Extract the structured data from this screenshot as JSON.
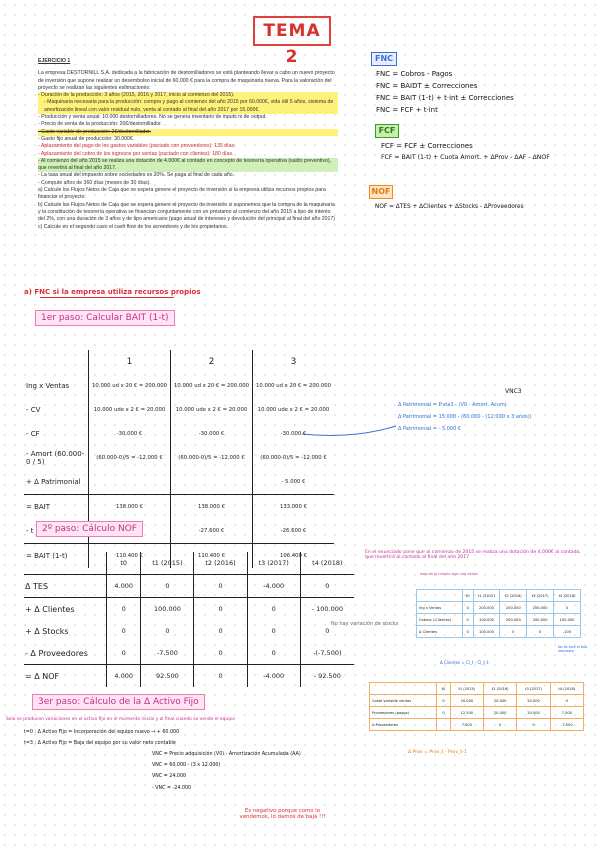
{
  "title": "TEMA 2",
  "exercise": {
    "heading": "EJERCICIO 1",
    "intro": "La empresa DESTORNILL S.A. dedicada a la fabricación de destornilladores se está planteando llevar a cabo un nuevo proyecto de inversión que supone realizar un desembolso inicial de 60.000 € para la compra de maquinaria nueva. Para la valoración del proyecto se realizan las siguientes estimaciones:",
    "b1": "- Duración de la producción: 3 años (2015, 2016 y 2017, inicio al comienzo del 2015).",
    "b2": "- Maquinaria necesaria para la producción: compra y pago al comienzo del año 2015 por 60.000€, vida útil 5 años, sistema de amortización lineal con valor residual nulo, venta al contado al final del año 2017 por 15.000€.",
    "b3": "- Producción y venta anual: 10.000 destornilladores. No se genera inventario de inputs ni de output.",
    "b4": "- Precio de venta de la producción: 20€/destornillador.",
    "b5": "- Gasto variable de producción: 2€/destornillador.",
    "b6": "- Gasto fijo anual de producción: 30.000€.",
    "b7": "- Aplazamiento del pago de los gastos variables (pactado con proveedores): 135 días.",
    "b8": "- Aplazamiento del cobro de los ingresos por ventas (pactado con clientes): 180 días.",
    "b9": "- Al comienzo del año 2015 se realiza una dotación de 4.000€ al contado en concepto de tesorería operativa (saldo preventivo), que revertirá al final del año 2017.",
    "b10": "- La tasa anual del impuesto sobre sociedades es 20%. Se paga al final de cada año.",
    "b11": "- Compute años de 360 días (meses de 30 días).",
    "qa": "a) Calcule los Flujos Netos de Caja que se espera genere el proyecto de inversión si la empresa utiliza recursos propios para financiar el proyecto.",
    "qb": "b) Calcule los Flujos Netos de Caja que se espera genere el proyecto de inversión si suponemos que la compra de la maquinaria y la constitución de tesorería operativa se financian conjuntamente con un préstamo al comienzo del año 2015 a tipo de interés del 2%, con una duración de 3 años y de tipo americano (pago anual de intereses y devolución del principal al final del año 2017)",
    "qc": "c) Calcule en el segundo caso el cash flow de los acreedores y de los propietarios."
  },
  "formulas": {
    "fnc_tag": "FNC",
    "fnc1": "FNC = Cobros - Pagos",
    "fnc2": "FNC = BAIDT ± Correcciones",
    "fnc3": "FNC = BAIT (1-t) + t·int ± Correcciones",
    "fnc4": "FNC = FCF + t·int",
    "fcf_tag": "FCF",
    "fcf1": "FCF = FCF ± Correcciones",
    "fcf2": "FCF = BAIT (1-t) + Cuota Amort. + ΔProv - ΔAF - ΔNOF",
    "nof_tag": "NOF",
    "nof1": "NOF = ΔTES + ΔClientes + ΔStocks - ΔProveedores"
  },
  "section_a": "a) FNC si la empresa utiliza recursos propios",
  "step1": {
    "tag": "1er paso: Calcular BAIT (1-t)",
    "cols": [
      "1",
      "2",
      "3"
    ],
    "rows": [
      {
        "label": "Ing x Ventas",
        "v": [
          "10.000 ud x 20 € = 200.000",
          "10.000 ud x 20 € = 200.000",
          "10.000 ud x 20 € = 200.000"
        ]
      },
      {
        "label": "- CV",
        "v": [
          "10.000 ude x 2 € = 20.000",
          "10.000 ude x 2 € = 20.000",
          "10.000 ude x 2 € = 20.000"
        ]
      },
      {
        "label": "- CF",
        "v": [
          "-30.000 €",
          "-30.000 €",
          "-30.000 €"
        ]
      },
      {
        "label": "- Amort (60.000-0 / 5)",
        "v": [
          "(60.000-0)/5 = -12.000 €",
          "(60.000-0)/5 = -12.000 €",
          "(60.000-0)/5 = -12.000 €"
        ]
      },
      {
        "label": "+ Δ Patrimonial",
        "v": [
          "",
          "",
          "- 5.000 €"
        ]
      },
      {
        "label": "= BAIT",
        "v": [
          "138.000 €",
          "138.000 €",
          "133.000 €"
        ]
      },
      {
        "label": "- t · BAIT",
        "v": [
          "-27.600 €",
          "-27.600 €",
          "-26.600 €"
        ]
      },
      {
        "label": "= BAIT (1-t)",
        "v": [
          "110.400 €",
          "110.400 €",
          "106.400 €"
        ]
      }
    ],
    "vnc": "VNC3",
    "note1": "Δ Patrimonial = P.vta3 - (V0 - Amort. Acum)",
    "note2": "Δ Patrimonial = 15.000 - (60.000 - (12.000 x 3 años))",
    "note3": "Δ Patrimonial = - 5.000 €"
  },
  "step2": {
    "tag": "2º paso: Cálculo NOF",
    "cols": [
      "t0",
      "t1 (2015)",
      "t2 (2016)",
      "t3 (2017)",
      "t4 (2018)"
    ],
    "rows": [
      {
        "label": "Δ TES",
        "v": [
          "4.000",
          "0",
          "0",
          "-4.000",
          "0"
        ]
      },
      {
        "label": "+ Δ Clientes",
        "v": [
          "0",
          "100.000",
          "0",
          "0",
          "- 100.000"
        ]
      },
      {
        "label": "+ Δ Stocks",
        "v": [
          "0",
          "0",
          "0",
          "0",
          "0"
        ]
      },
      {
        "label": "- Δ Proveedores",
        "v": [
          "0",
          "-7.500",
          "0",
          "0",
          "-(-7.500)"
        ]
      },
      {
        "label": "= Δ NOF",
        "v": [
          "4.000",
          "92.500",
          "0",
          "-4.000",
          "- 92.500"
        ]
      }
    ],
    "stocks_note": "No hay variación de stocks",
    "pink_note": "En el enunciado pone que al comienzo de 2015 se realiza una dotación de 4.000€ al contado, que revertirá al contado al final del año 2017",
    "pink_sub": "esto es lo mismo que una venta",
    "side_headers": [
      "t0",
      "t1 (2015)",
      "t2 (2016)",
      "t3 (2017)",
      "t4 (2018)"
    ],
    "side_rows": [
      {
        "label": "Ing x Ventas",
        "v": [
          "0",
          "200.000",
          "200.000",
          "200.000",
          "0"
        ]
      },
      {
        "label": "Cobros (-Clientes)",
        "v": [
          "0",
          "100.000",
          "200.000",
          "200.000",
          "100.000"
        ]
      },
      {
        "label": "Δ Clientes",
        "v": [
          "0",
          "100.000",
          "0",
          "0",
          "-100"
        ]
      }
    ],
    "side_formula": "Δ Clientes = Cl_t - Cl_t-1",
    "side_tag": "No se dice el tipo impuesto"
  },
  "step3": {
    "tag": "3er paso: Cálculo de la Δ Activo Fijo",
    "intro": "Solo se producen variaciones en el activo fijo en el momento inicial y al final cuando se vende el equipo",
    "l1": "t=0 : Δ Activo Fijo = Incorporación del equipo nuevo → + 60.000",
    "l2": "t=3 : Δ Activo Fijo = Baja del equipo por su valor neto contable",
    "l3": "VNC = Precio adquisición (V0) - Amortización Acumulada (AA)",
    "l4": "VNC = 60.000 - (3 x 12.000)",
    "l5": "VNC = 24.000",
    "l6": "- VNC = -24.000",
    "neg_note": "Es negativo porque como lo vendemos, lo damos de baja !!!",
    "prov_headers": [
      "t0",
      "t1 (2015)",
      "t2 (2016)",
      "t3 (2017)",
      "t4 (2018)"
    ],
    "prov_rows": [
      {
        "label": "Coste variable ventas",
        "v": [
          "0",
          "20.000",
          "20.000",
          "20.000",
          "0"
        ]
      },
      {
        "label": "Proveedores (pagos)",
        "v": [
          "0",
          "12.500",
          "20.000",
          "20.000",
          "7.500"
        ]
      },
      {
        "label": "Δ Proveedores",
        "v": [
          "",
          "7.500",
          "0",
          "0",
          "-7.500"
        ]
      }
    ],
    "prov_formula": "Δ Prov = Prov_t - Prov_t-1"
  }
}
